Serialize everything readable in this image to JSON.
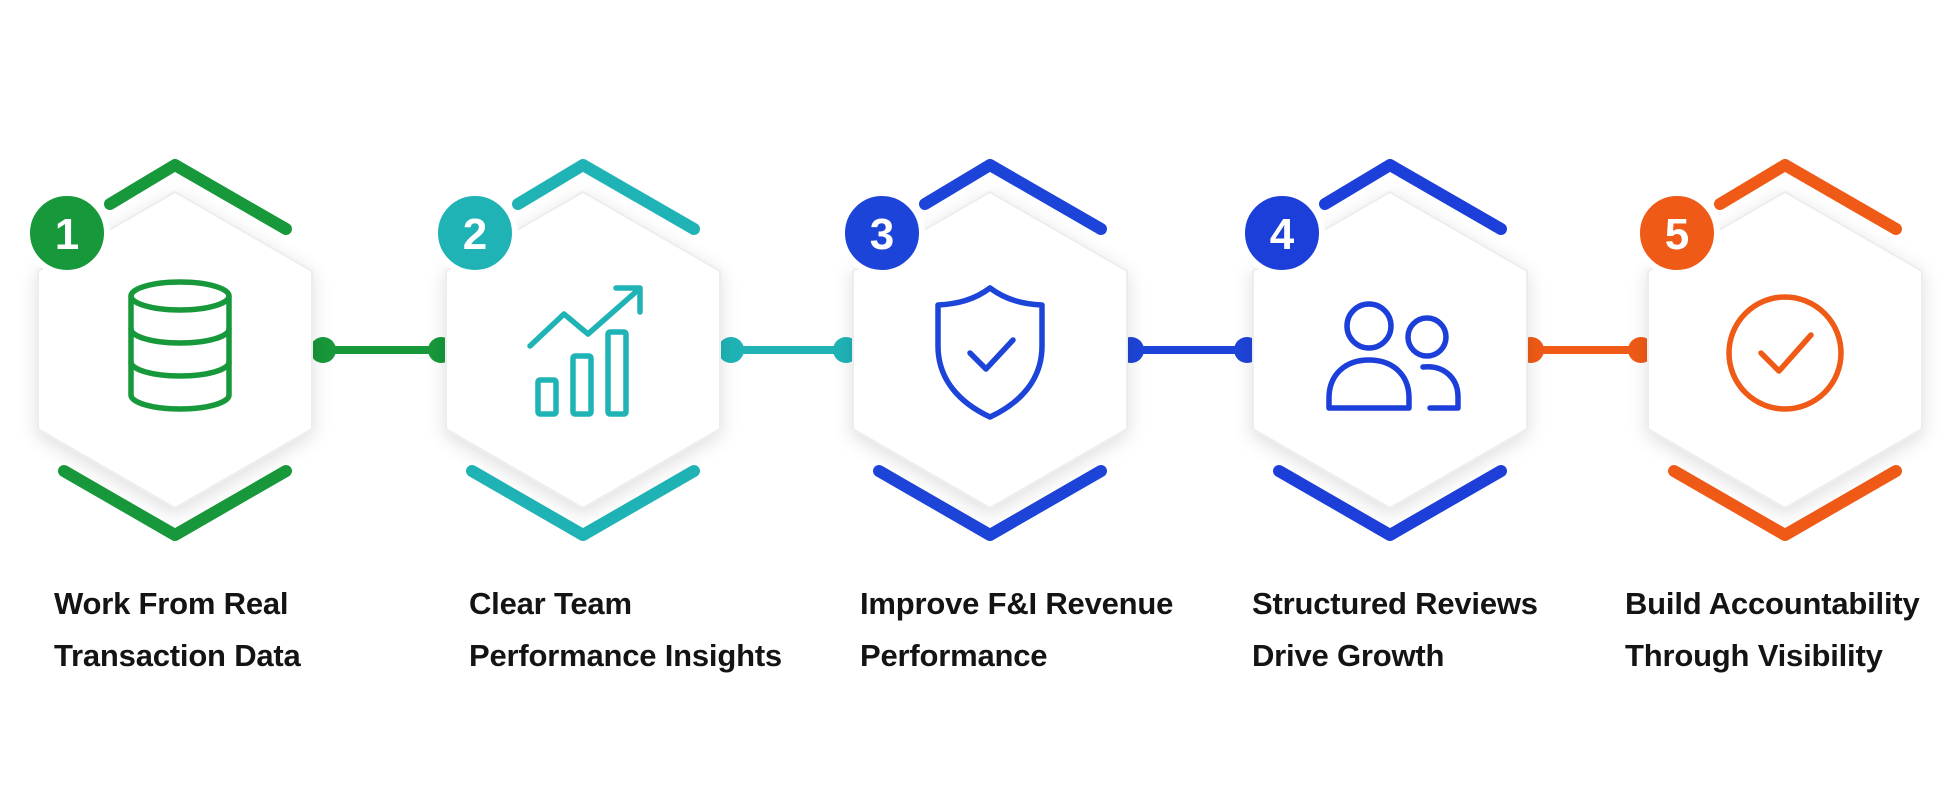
{
  "steps": [
    {
      "number": "1",
      "icon": "database-icon",
      "color": "#17983a",
      "line1": "Work From Real",
      "line2": "Transaction Data"
    },
    {
      "number": "2",
      "icon": "growth-chart-icon",
      "color": "#1fb3b6",
      "line1": "Clear Team",
      "line2": "Performance Insights"
    },
    {
      "number": "3",
      "icon": "shield-check-icon",
      "color": "#1d44d8",
      "line1": "Improve F&I Revenue",
      "line2": "Performance"
    },
    {
      "number": "4",
      "icon": "users-icon",
      "color": "#1d3fd9",
      "line1": "Structured Reviews",
      "line2": "Drive Growth"
    },
    {
      "number": "5",
      "icon": "check-circle-icon",
      "color": "#ef5a16",
      "line1": "Build Accountability",
      "line2": "Through Visibility"
    }
  ],
  "connectors": [
    {
      "color": "#17983a"
    },
    {
      "color": "#1fb3b6"
    },
    {
      "color": "#1d44d8"
    },
    {
      "color": "#ef5a16"
    }
  ]
}
